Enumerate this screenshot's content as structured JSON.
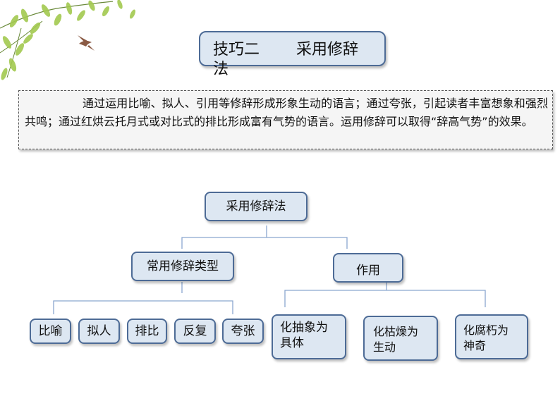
{
  "title": {
    "line1": "技巧二",
    "line2": "采用修辞",
    "line3": "法"
  },
  "description": "通过运用比喻、拟人、引用等修辞形成形象生动的语言；通过夸张，引起读者丰富想象和强烈共鸣；通过红烘云托月式或对比式的排比形成富有气势的语言。运用修辞可以取得“辞高气势”的效果。",
  "tree": {
    "root": "采用修辞法",
    "branch_types": "常用修辞类型",
    "branch_effects": "作用",
    "types": [
      "比喻",
      "拟人",
      "排比",
      "反复",
      "夸张"
    ],
    "effects": [
      {
        "line1": "化抽象为",
        "line2": "具体"
      },
      {
        "line1": "化枯燥为",
        "line2": "生动"
      },
      {
        "line1": "化腐朽为",
        "line2": "神奇"
      }
    ]
  },
  "colors": {
    "box_fill": "#dde7f2",
    "box_border": "#4d6b96",
    "connector": "#8aa6cf",
    "leaf_green": "#9bc34a",
    "bird": "#8a5a44"
  }
}
